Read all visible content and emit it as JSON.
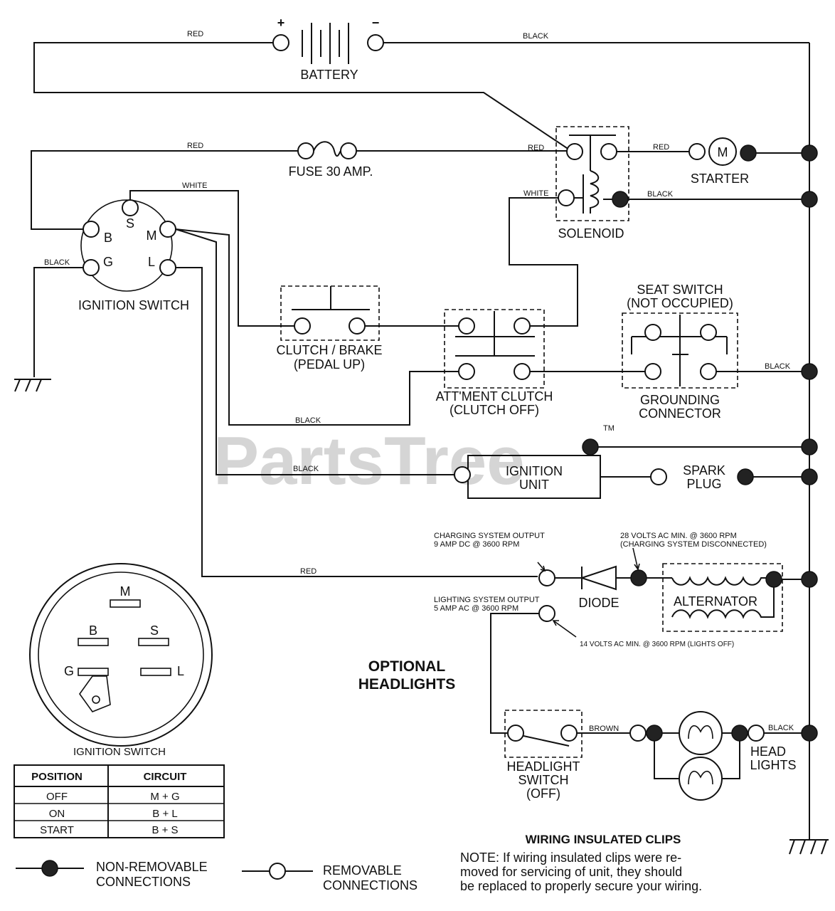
{
  "watermark": {
    "text": "PartsTree",
    "tm": "TM"
  },
  "wire_labels": {
    "red_battery": "RED",
    "black_battery": "BLACK",
    "red_fuse": "RED",
    "red_solenoid_in": "RED",
    "red_starter": "RED",
    "white_ign": "WHITE",
    "white_solenoid": "WHITE",
    "black_solenoid": "BLACK",
    "black_ground": "BLACK",
    "black_clutch": "BLACK",
    "black_ign_unit": "BLACK",
    "black_seat": "BLACK",
    "red_charging": "RED",
    "brown": "BROWN",
    "black_headlights": "BLACK"
  },
  "components": {
    "battery": {
      "label": "BATTERY",
      "plus": "+",
      "minus": "−"
    },
    "fuse": {
      "label": "FUSE 30 AMP."
    },
    "solenoid": {
      "label": "SOLENOID"
    },
    "starter": {
      "label": "STARTER",
      "symbol": "M"
    },
    "ignition_switch": {
      "label": "IGNITION SWITCH",
      "terminals": [
        "B",
        "S",
        "M",
        "G",
        "L"
      ]
    },
    "clutch_brake": {
      "line1": "CLUTCH / BRAKE",
      "line2": "(PEDAL UP)"
    },
    "attachment_clutch": {
      "line1": "ATT'MENT CLUTCH",
      "line2": "(CLUTCH OFF)"
    },
    "seat_switch": {
      "title1": "SEAT SWITCH",
      "title2": "(NOT OCCUPIED)",
      "bottom1": "GROUNDING",
      "bottom2": "CONNECTOR"
    },
    "ignition_unit": {
      "line1": "IGNITION",
      "line2": "UNIT"
    },
    "spark_plug": {
      "line1": "SPARK",
      "line2": "PLUG"
    },
    "diode": {
      "label": "DIODE"
    },
    "alternator": {
      "label": "ALTERNATOR"
    },
    "headlight_switch": {
      "line1": "HEADLIGHT",
      "line2": "SWITCH",
      "line3": "(OFF)"
    },
    "head_lights": {
      "line1": "HEAD",
      "line2": "LIGHTS"
    }
  },
  "notes": {
    "charging_output_1": "CHARGING SYSTEM OUTPUT",
    "charging_output_2": "9 AMP DC @ 3600 RPM",
    "ac_min_1": "28 VOLTS AC MIN. @ 3600 RPM",
    "ac_min_2": "(CHARGING SYSTEM DISCONNECTED)",
    "lighting_output_1": "LIGHTING SYSTEM OUTPUT",
    "lighting_output_2": "5 AMP AC @ 3600 RPM",
    "lights_off": "14 VOLTS AC MIN. @ 3600 RPM (LIGHTS OFF)",
    "optional_1": "OPTIONAL",
    "optional_2": "HEADLIGHTS"
  },
  "switch_detail": {
    "terminals": [
      "M",
      "B",
      "S",
      "G",
      "L"
    ],
    "table_title": "IGNITION SWITCH",
    "headers": [
      "POSITION",
      "CIRCUIT"
    ],
    "rows": [
      [
        "OFF",
        "M + G"
      ],
      [
        "ON",
        "B + L"
      ],
      [
        "START",
        "B + S"
      ]
    ]
  },
  "legend": {
    "non_removable_1": "NON-REMOVABLE",
    "non_removable_2": "CONNECTIONS",
    "removable_1": "REMOVABLE",
    "removable_2": "CONNECTIONS"
  },
  "clips_note": {
    "title": "WIRING INSULATED CLIPS",
    "line1": "NOTE: If wiring insulated clips  were  re-",
    "line2": "moved for servicing  of  unit,  they should",
    "line3": "be replaced to properly secure your wiring."
  }
}
